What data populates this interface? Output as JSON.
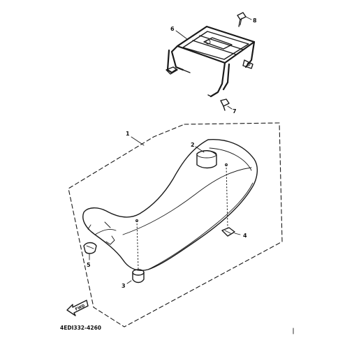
{
  "callouts": {
    "c1": "1",
    "c2": "2",
    "c3": "3",
    "c4": "4",
    "c5": "5",
    "c6": "6",
    "c7": "7",
    "c8": "8"
  },
  "arrow_label": "FWD",
  "drawing_code": "4EDI332-4260",
  "colors": {
    "ink": "#1a1a1a",
    "background": "#ffffff"
  }
}
